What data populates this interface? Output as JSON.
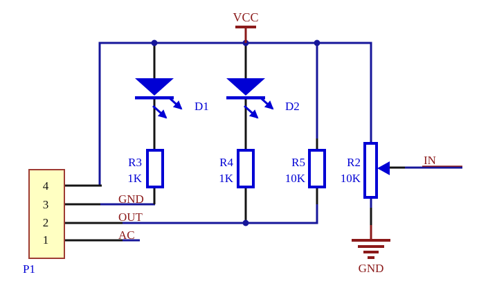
{
  "colors": {
    "wire_blue": "#16169A",
    "component_blue": "#0000D4",
    "dark_red": "#8B1A1A",
    "pin_black": "#141414",
    "connector_fill": "#FFFFC2",
    "connector_border": "#9E3B32"
  },
  "power": {
    "vcc_label": "VCC",
    "gnd_label": "GND",
    "in_label": "IN"
  },
  "connector": {
    "ref": "P1",
    "pins": [
      {
        "number": "1",
        "net": "AC"
      },
      {
        "number": "2",
        "net": "OUT"
      },
      {
        "number": "3",
        "net": "GND"
      },
      {
        "number": "4",
        "net": ""
      }
    ]
  },
  "diodes": [
    {
      "ref": "D1"
    },
    {
      "ref": "D2"
    }
  ],
  "resistors": [
    {
      "ref": "R3",
      "value": "1K"
    },
    {
      "ref": "R4",
      "value": "1K"
    },
    {
      "ref": "R5",
      "value": "10K"
    },
    {
      "ref": "R2",
      "value": "10K",
      "type": "potentiometer"
    }
  ]
}
